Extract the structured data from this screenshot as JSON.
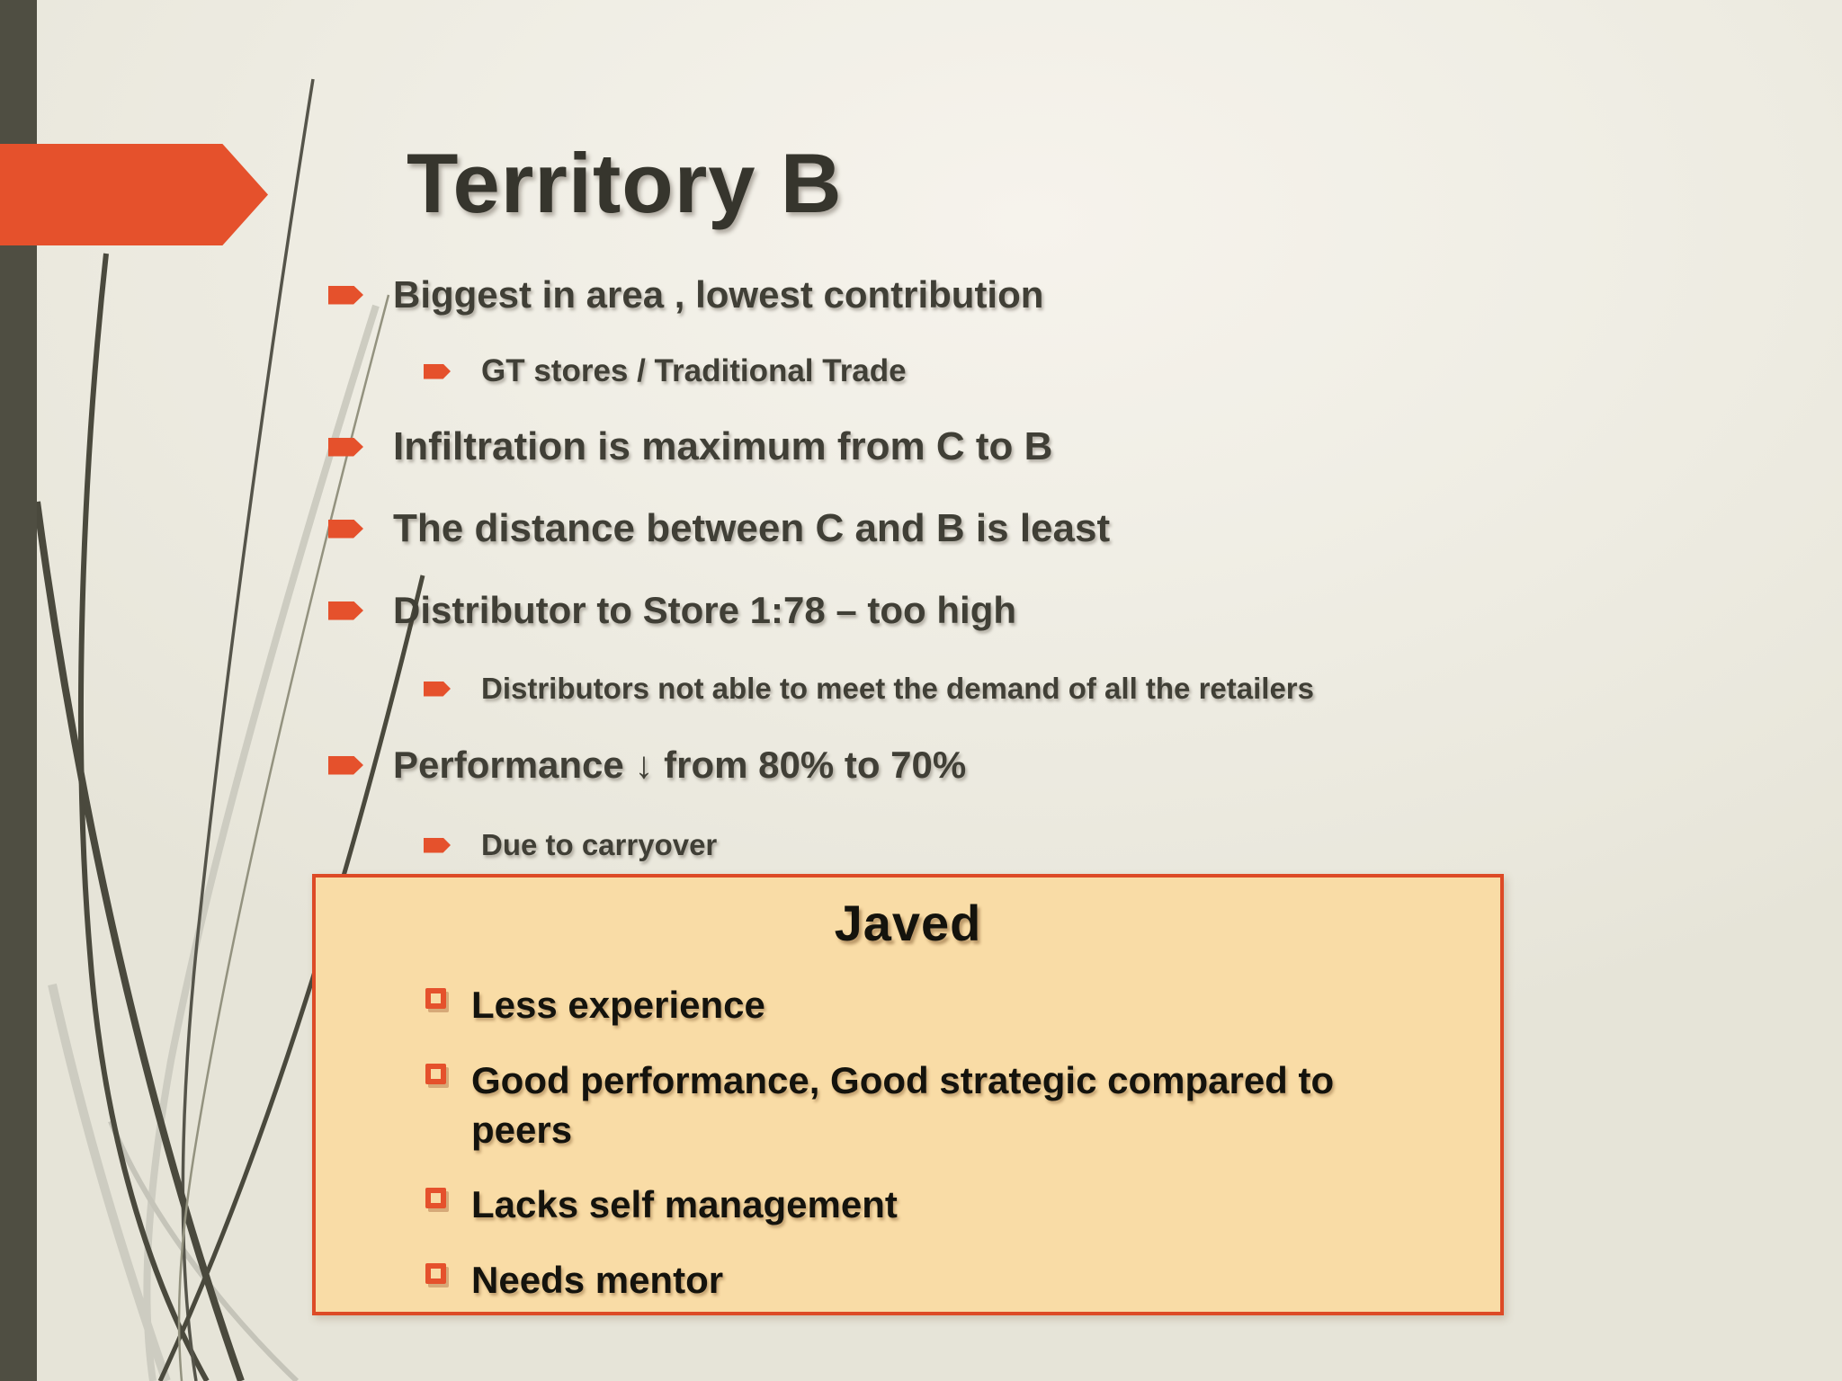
{
  "slide": {
    "title": "Territory B",
    "bullets": [
      {
        "level": 1,
        "text": "Biggest in area , lowest contribution"
      },
      {
        "level": 2,
        "text": "GT stores / Traditional Trade"
      },
      {
        "level": 1,
        "text": "Infiltration is maximum from C to B"
      },
      {
        "level": 1,
        "text": "The distance between C and B is least"
      },
      {
        "level": 1,
        "text": "Distributor to Store 1:78 – too high"
      },
      {
        "level": 2,
        "text": "Distributors not able to meet the demand of all the retailers"
      },
      {
        "level": 1,
        "text": "Performance ↓ from 80% to 70%"
      },
      {
        "level": 2,
        "text": "Due to carryover"
      }
    ],
    "callout": {
      "title": "Javed",
      "items": [
        "Less experience",
        "Good performance, Good strategic compared to peers",
        "Lacks self management",
        "Needs mentor"
      ]
    },
    "colors": {
      "accent_orange": "#E5512C",
      "left_bar": "#4F4E42",
      "background": "#EFEDE4",
      "body_text": "#403F36",
      "callout_fill": "#F9DCA6",
      "callout_border": "#DD4A26",
      "callout_text": "#14130D"
    }
  }
}
